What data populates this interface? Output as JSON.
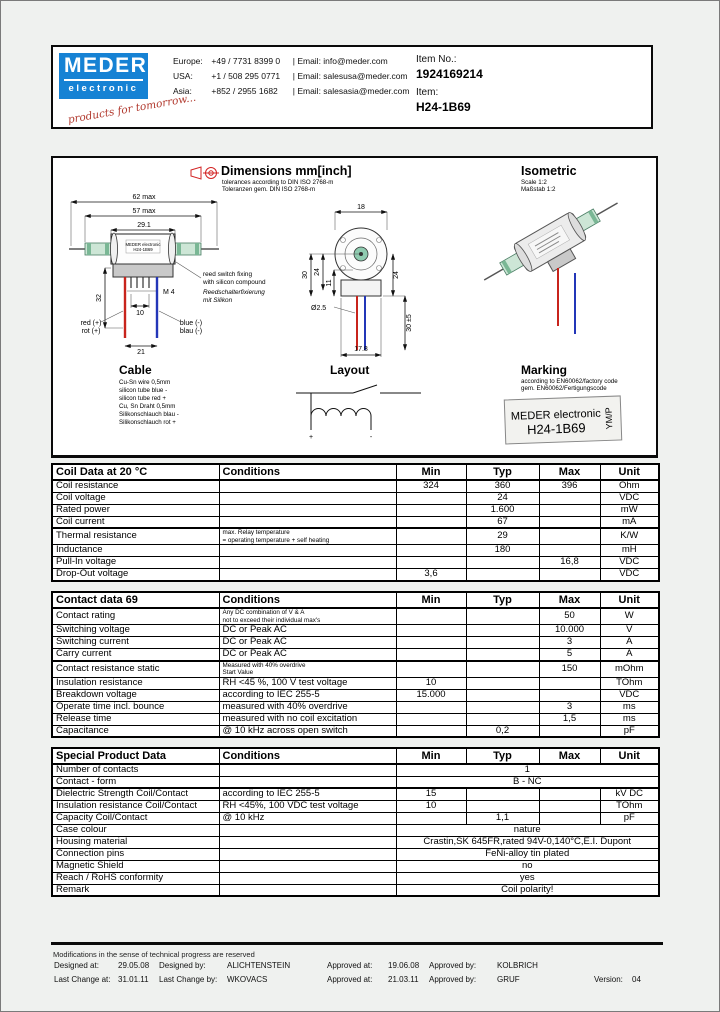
{
  "header": {
    "logo": {
      "line1": "MEDER",
      "line2": "electronic",
      "slogan": "products for tomorrow..."
    },
    "contacts": [
      {
        "region": "Europe:",
        "phone": "+49 / 7731 8399 0",
        "email": "| Email: info@meder.com"
      },
      {
        "region": "USA:",
        "phone": "+1 / 508 295 0771",
        "email": "| Email: salesusa@meder.com"
      },
      {
        "region": "Asia:",
        "phone": "+852 / 2955 1682",
        "email": "| Email: salesasia@meder.com"
      }
    ],
    "item_no_label": "Item No.:",
    "item_no": "1924169214",
    "item_label": "Item:",
    "item": "H24-1B69"
  },
  "drawing": {
    "dims": {
      "title": "Dimensions mm[inch]",
      "sub1": "tolerances according to DIN ISO 2768-m",
      "sub2": "Toleranzen gem. DIN ISO 2768-m"
    },
    "iso": {
      "title": "Isometric",
      "sub1": "Scale 1:2",
      "sub2": "Maßstab 1:2"
    },
    "side": {
      "d62": "62 max",
      "d57": "57 max",
      "d29": "29.1",
      "m4": "M 4",
      "d10": "10",
      "d32": "32",
      "d21": "21",
      "red1": "red (+)",
      "red2": "rot (+)",
      "blue1": "blue (-)",
      "blue2": "blau (-)",
      "note1": "reed switch fixing",
      "note2": "with silicon compound",
      "note3": "Reedschalterfixierung",
      "note4": "mit Silikon",
      "body1": "MEDER electronic",
      "body2": "H24-1B69"
    },
    "front": {
      "d18": "18",
      "d30": "30",
      "d24": "24",
      "d11": "11",
      "d24r": "24",
      "d30r": "30 ±5",
      "dia": "Ø2.5",
      "d178": "17.8"
    },
    "cable": {
      "title": "Cable",
      "l1": "Cu-Sn wire 0,5mm",
      "l2": "silicon tube blue -",
      "l3": "silicon tube red +",
      "l4": "Cu, Sn Draht 0,5mm",
      "l5": "Silikonschlauch blau -",
      "l6": "Silikonschlauch rot +"
    },
    "layout": {
      "title": "Layout",
      "plus": "+",
      "minus": "-"
    },
    "marking": {
      "title": "Marking",
      "sub1": "according to EN60062/factory code",
      "sub2": "gem. EN60062/Fertigungscode",
      "l1": "MEDER electronic",
      "l2": "H24-1B69",
      "side": "YM/P"
    }
  },
  "coil": {
    "title": "Coil Data at 20 °C",
    "headers": {
      "cond": "Conditions",
      "min": "Min",
      "typ": "Typ",
      "max": "Max",
      "unit": "Unit"
    },
    "rows": [
      {
        "label": "Coil resistance",
        "cond": "",
        "min": "324",
        "typ": "360",
        "max": "396",
        "unit": "Ohm"
      },
      {
        "label": "Coil voltage",
        "cond": "",
        "min": "",
        "typ": "24",
        "max": "",
        "unit": "VDC"
      },
      {
        "label": "Rated power",
        "cond": "",
        "min": "",
        "typ": "1.600",
        "max": "",
        "unit": "mW"
      },
      {
        "label": "Coil current",
        "cond": "",
        "min": "",
        "typ": "67",
        "max": "",
        "unit": "mA"
      },
      {
        "label": "Thermal resistance",
        "cond": "max. Relay temperature\n= operating temperature + self heating",
        "min": "",
        "typ": "29",
        "max": "",
        "unit": "K/W"
      },
      {
        "label": "Inductance",
        "cond": "",
        "min": "",
        "typ": "180",
        "max": "",
        "unit": "mH"
      },
      {
        "label": "Pull-In voltage",
        "cond": "",
        "min": "",
        "typ": "",
        "max": "16,8",
        "unit": "VDC"
      },
      {
        "label": "Drop-Out voltage",
        "cond": "",
        "min": "3,6",
        "typ": "",
        "max": "",
        "unit": "VDC"
      }
    ]
  },
  "contact": {
    "title": "Contact data 69",
    "headers": {
      "cond": "Conditions",
      "min": "Min",
      "typ": "Typ",
      "max": "Max",
      "unit": "Unit"
    },
    "rows": [
      {
        "label": "Contact rating",
        "cond": "Any DC combination of V & A\nnot to exceed their individual max's",
        "min": "",
        "typ": "",
        "max": "50",
        "unit": "W"
      },
      {
        "label": "Switching voltage",
        "cond": "DC or Peak AC",
        "min": "",
        "typ": "",
        "max": "10.000",
        "unit": "V"
      },
      {
        "label": "Switching current",
        "cond": "DC or Peak AC",
        "min": "",
        "typ": "",
        "max": "3",
        "unit": "A"
      },
      {
        "label": "Carry current",
        "cond": "DC or Peak AC",
        "min": "",
        "typ": "",
        "max": "5",
        "unit": "A"
      },
      {
        "label": "Contact resistance static",
        "cond": "Measured with 40% overdrive\nStart Value",
        "min": "",
        "typ": "",
        "max": "150",
        "unit": "mOhm"
      },
      {
        "label": "Insulation resistance",
        "cond": "RH <45 %, 100 V test voltage",
        "min": "10",
        "typ": "",
        "max": "",
        "unit": "TOhm"
      },
      {
        "label": "Breakdown voltage",
        "cond": "according to IEC 255-5",
        "min": "15.000",
        "typ": "",
        "max": "",
        "unit": "VDC"
      },
      {
        "label": "Operate time incl. bounce",
        "cond": "measured with 40% overdrive",
        "min": "",
        "typ": "",
        "max": "3",
        "unit": "ms"
      },
      {
        "label": "Release time",
        "cond": "measured with no coil excitation",
        "min": "",
        "typ": "",
        "max": "1,5",
        "unit": "ms"
      },
      {
        "label": "Capacitance",
        "cond": "@ 10 kHz across open switch",
        "min": "",
        "typ": "0,2",
        "max": "",
        "unit": "pF"
      }
    ]
  },
  "special": {
    "title": "Special Product Data",
    "headers": {
      "cond": "Conditions",
      "min": "Min",
      "typ": "Typ",
      "max": "Max",
      "unit": "Unit"
    },
    "rows": [
      {
        "label": "Number of contacts",
        "cond": "",
        "span": "1"
      },
      {
        "label": "Contact - form",
        "cond": "",
        "span": "B - NC"
      },
      {
        "label": "Dielectric Strength Coil/Contact",
        "cond": "according to IEC 255-5",
        "min": "15",
        "typ": "",
        "max": "",
        "unit": "kV DC"
      },
      {
        "label": "Insulation resistance Coil/Contact",
        "cond": "RH <45%, 100 VDC test voltage",
        "min": "10",
        "typ": "",
        "max": "",
        "unit": "TOhm"
      },
      {
        "label": "Capacity Coil/Contact",
        "cond": "@ 10 kHz",
        "min": "",
        "typ": "1,1",
        "max": "",
        "unit": "pF"
      },
      {
        "label": "Case colour",
        "cond": "",
        "span": "nature"
      },
      {
        "label": "Housing material",
        "cond": "",
        "span": "Crastin,SK 645FR,rated 94V-0,140°C,E.I. Dupont"
      },
      {
        "label": "Connection pins",
        "cond": "",
        "span": "FeNi-alloy tin plated"
      },
      {
        "label": "Magnetic Shield",
        "cond": "",
        "span": "no"
      },
      {
        "label": "Reach / RoHS conformity",
        "cond": "",
        "span": "yes"
      },
      {
        "label": "Remark",
        "cond": "",
        "span": "Coil polarity!"
      }
    ]
  },
  "footer": {
    "note": "Modifications in the sense of technical progress are reserved",
    "designed_at_label": "Designed at:",
    "designed_at": "29.05.08",
    "designed_by_label": "Designed by:",
    "designed_by": "ALICHTENSTEIN",
    "approved_at1_label": "Approved at:",
    "approved_at1": "19.06.08",
    "approved_by1_label": "Approved by:",
    "approved_by1": "KOLBRICH",
    "last_change_at_label": "Last Change at:",
    "last_change_at": "31.01.11",
    "last_change_by_label": "Last Change by:",
    "last_change_by": "WKOVACS",
    "approved_at2_label": "Approved at:",
    "approved_at2": "21.03.11",
    "approved_by2_label": "Approved by:",
    "approved_by2": "GRUF",
    "version_label": "Version:",
    "version": "04"
  }
}
